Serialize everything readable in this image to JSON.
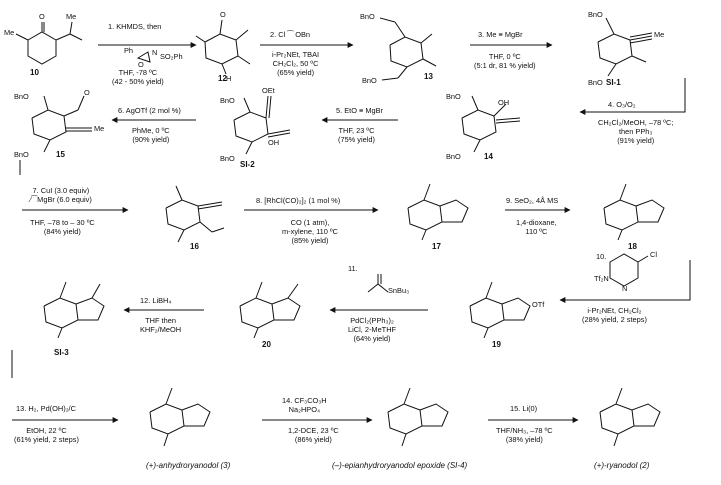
{
  "compounds": {
    "c10": "10",
    "c12": "12",
    "c13": "13",
    "sI1": "SI-1",
    "c15": "15",
    "sI2": "SI-2",
    "c14": "14",
    "c16": "16",
    "c17": "17",
    "c18": "18",
    "sI3": "SI-3",
    "c20": "20",
    "c19": "19"
  },
  "captions": {
    "anhydro": "(+)-anhydroryanodol (3)",
    "epoxide": "(–)-epianhydroryanodol epoxide (SI-4)",
    "ryanodol": "(+)-ryanodol (2)"
  },
  "steps": [
    {
      "id": "s1",
      "above": [
        "1. KHMDS, then"
      ],
      "below": [
        "THF, -78 ºC",
        "(42 - 50% yield)"
      ]
    },
    {
      "id": "s2",
      "above": [
        "2.  Cl ⁀ OBn"
      ],
      "below": [
        "i-Pr₂NEt, TBAI",
        "CH₂Cl₂, 50 ºC",
        "(65% yield)"
      ]
    },
    {
      "id": "s3",
      "above": [
        "3. Me ≡ MgBr"
      ],
      "below": [
        "THF, 0 ºC",
        "(5:1 dr, 81 % yield)"
      ]
    },
    {
      "id": "s4",
      "above": [
        "4. O₃/O₂"
      ],
      "below": [
        "CH₂Cl₂/MeOH, –78 ºC;",
        "then PPh₃",
        "(91% yield)"
      ]
    },
    {
      "id": "s5",
      "above": [
        "5. EtO ≡ MgBr"
      ],
      "below": [
        "THF, 23 ºC",
        "(75% yield)"
      ]
    },
    {
      "id": "s6",
      "above": [
        "6. AgOTf (2 mol %)"
      ],
      "below": [
        "PhMe, 0 ºC",
        "(90% yield)"
      ]
    },
    {
      "id": "s7",
      "above": [
        "7. CuI (3.0 equiv)",
        "⁄⁀MgBr (6.0 equiv)"
      ],
      "below": [
        "THF, –78 to – 30 ºC",
        "(84% yield)"
      ]
    },
    {
      "id": "s8",
      "above": [
        "8. [RhCl(CO)₂]₂ (1 mol %)"
      ],
      "below": [
        "CO (1 atm),",
        "m-xylene, 110 ºC",
        "(85% yield)"
      ]
    },
    {
      "id": "s9",
      "above": [
        "9. SeO₂, 4Å MS"
      ],
      "below": [
        "1,4-dioxane,",
        "110 ºC"
      ]
    },
    {
      "id": "s10",
      "above": [
        "10."
      ],
      "below": [
        "i-Pr₂NEt, CH₂Cl₂",
        "(28% yield, 2 steps)"
      ]
    },
    {
      "id": "s11",
      "above": [
        "11."
      ],
      "below": [
        "PdCl₂(PPh₃)₂",
        "LiCl, 2-MeTHF",
        "(64% yield)"
      ]
    },
    {
      "id": "s12",
      "above": [
        "12. LiBH₄"
      ],
      "below": [
        "THF then",
        "KHF₂/MeOH"
      ]
    },
    {
      "id": "s13",
      "above": [
        "13. H₂, Pd(OH)₂/C"
      ],
      "below": [
        "EtOH, 22 ºC",
        "(61% yield, 2 steps)"
      ]
    },
    {
      "id": "s14",
      "above": [
        "14. CF₃CO₃H",
        "Na₂HPO₄"
      ],
      "below": [
        "1,2-DCE, 23 ºC",
        "(86% yield)"
      ]
    },
    {
      "id": "s15",
      "above": [
        "15. Li(0)"
      ],
      "below": [
        "THF/NH₃, –78 ºC",
        "(38% yield)"
      ]
    }
  ],
  "reagents": {
    "oxaziridine_ph": "Ph",
    "oxaziridine_so2ph": "SO₂Ph",
    "oxaziridine_n": "N",
    "oxaziridine_o": "O",
    "stannane": "SnBu₃",
    "pyridine_cl": "Cl",
    "pyridine_n": "N",
    "pyridine_ntf2": "Tf₂N"
  },
  "atoms": {
    "me": "Me",
    "o": "O",
    "oh": "OH",
    "h": "H",
    "bno": "BnO",
    "oet": "OEt",
    "otf": "OTf"
  }
}
